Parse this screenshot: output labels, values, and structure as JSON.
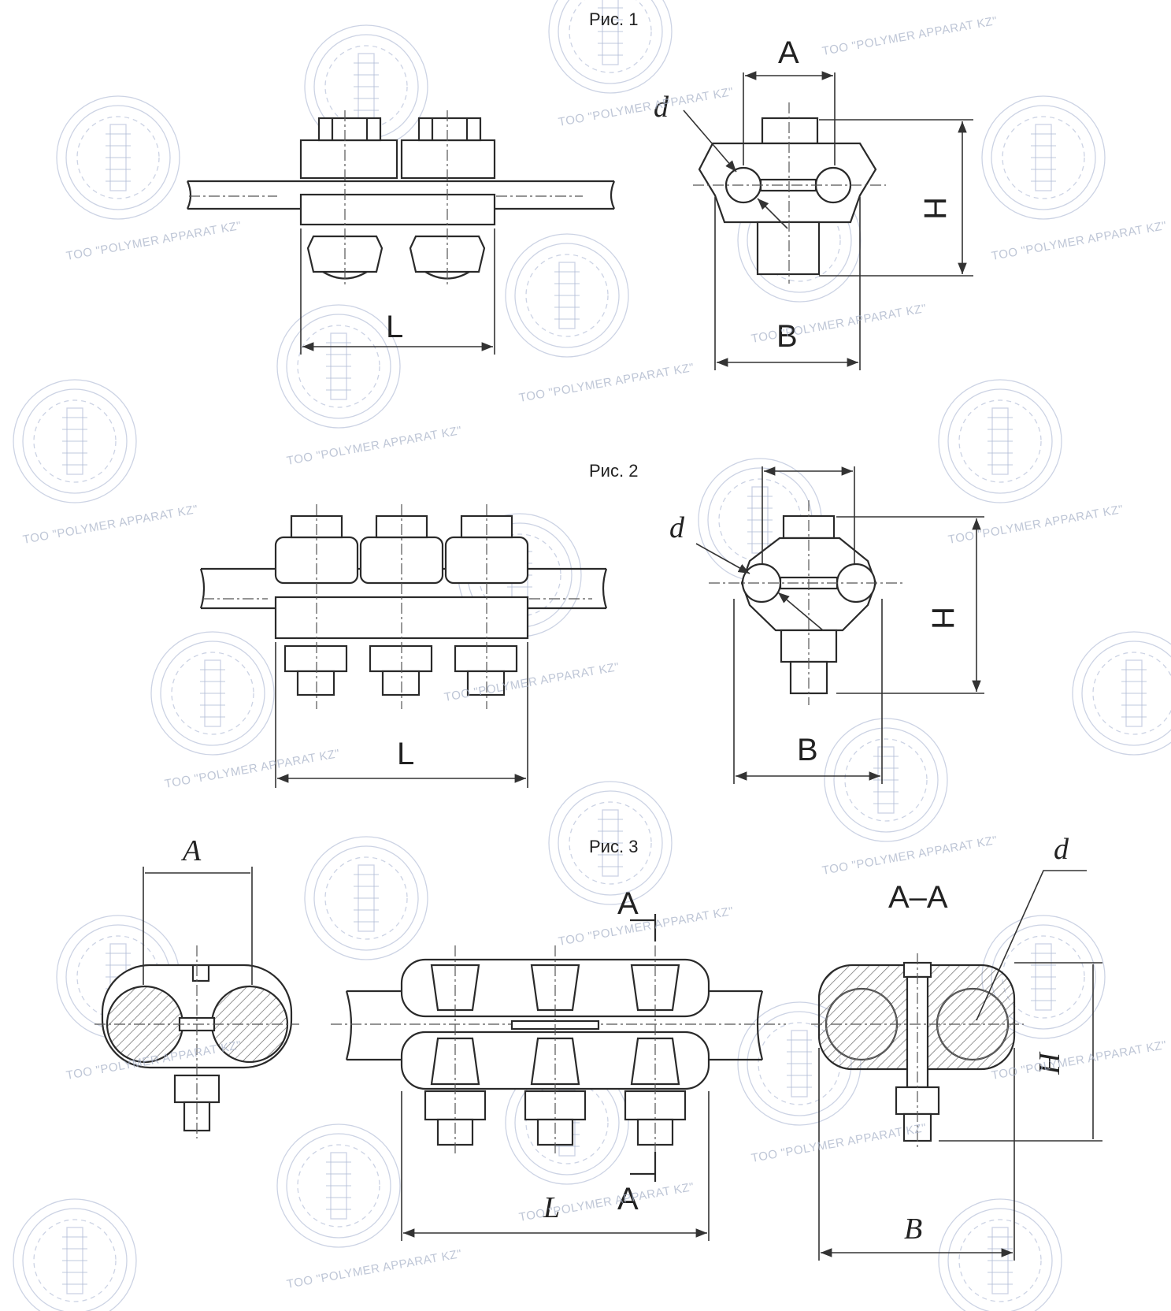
{
  "figures": [
    {
      "id": "fig1",
      "caption": "Рис. 1"
    },
    {
      "id": "fig2",
      "caption": "Рис. 2"
    },
    {
      "id": "fig3",
      "caption": "Рис. 3"
    }
  ],
  "dimension_labels": {
    "A": "A",
    "B": "B",
    "H": "H",
    "L": "L",
    "d": "d",
    "section": "A–A"
  },
  "watermark": {
    "text": "TOO \"POLYMER   APPARAT KZ\"",
    "color": "#a9b3c9"
  },
  "colors": {
    "line": "#2a2a2a",
    "background": "#ffffff",
    "watermark": "#b7c0d8"
  }
}
